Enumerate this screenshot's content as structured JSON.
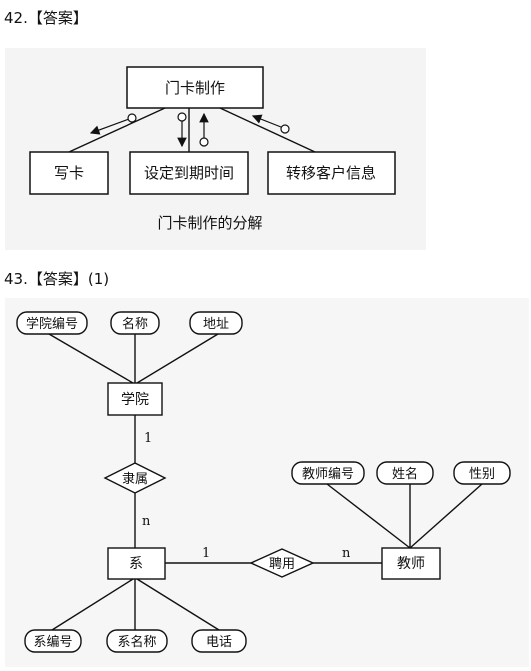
{
  "q42": {
    "heading": "42.【答案】",
    "top_module": "门卡制作",
    "sub_modules": [
      "写卡",
      "设定到期时间",
      "转移客户信息"
    ],
    "caption": "门卡制作的分解"
  },
  "q43": {
    "heading": "43.【答案】(1)",
    "entities": {
      "college": "学院",
      "department": "系",
      "teacher": "教师"
    },
    "relationships": {
      "belongs": "隶属",
      "hires": "聘用"
    },
    "attributes": {
      "college": [
        "学院编号",
        "名称",
        "地址"
      ],
      "teacher": [
        "教师编号",
        "姓名",
        "性别"
      ],
      "department": [
        "系编号",
        "系名称",
        "电话"
      ]
    },
    "cardinalities": {
      "belongs_college": "1",
      "belongs_department": "n",
      "hires_department": "1",
      "hires_teacher": "n"
    }
  }
}
